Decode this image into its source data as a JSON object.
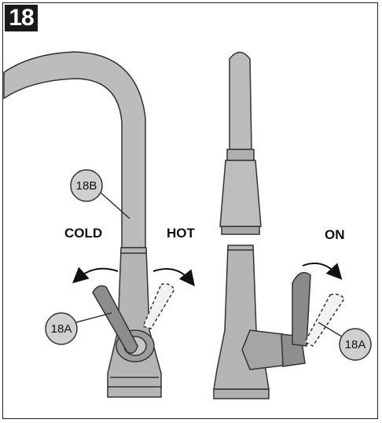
{
  "step_number": "18",
  "labels": {
    "cold": "COLD",
    "hot": "HOT",
    "on": "ON"
  },
  "callouts": {
    "spout": "18B",
    "handle_left": "18A",
    "handle_right": "18A"
  },
  "colors": {
    "metal": "#b9b9b9",
    "metal_dark": "#8f8f8f",
    "outline": "#333333",
    "callout_fill": "#cfcfcf"
  }
}
